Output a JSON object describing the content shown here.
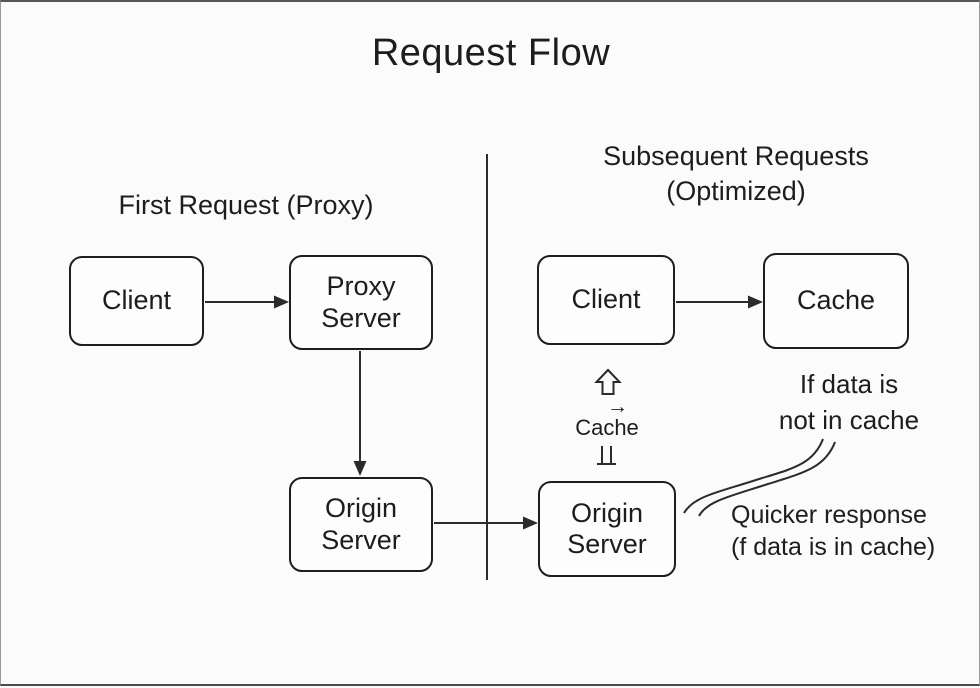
{
  "title": "Request Flow",
  "colors": {
    "background": "#fbfbfb",
    "line": "#2b2b2b",
    "text": "#1d1d1d",
    "box_border": "#1e1e1e",
    "box_fill": "#fdfdfd"
  },
  "sections": {
    "first": {
      "heading": "First Request (Proxy)",
      "client_label": "Client",
      "proxy_label": "Proxy Server",
      "origin_label": "Origin Server"
    },
    "subsequent": {
      "heading_line1": "Subsequent Requests",
      "heading_line2": "(Optimized)",
      "client_label": "Client",
      "cache_label": "Cache",
      "origin_label": "Origin Server"
    }
  },
  "annotations": {
    "cache_flow_label": "Cache",
    "right_arrow_glyph": "→",
    "if_not_in_cache_line1": "If data is",
    "if_not_in_cache_line2": "not in cache",
    "quicker_line1": "Quicker response",
    "quicker_line2": "(f data is in cache)"
  },
  "icons": {
    "up_arrow_outline": "up-arrow-outline-icon",
    "right_arrow": "right-arrow-icon",
    "double_tack": "double-tack-icon"
  }
}
